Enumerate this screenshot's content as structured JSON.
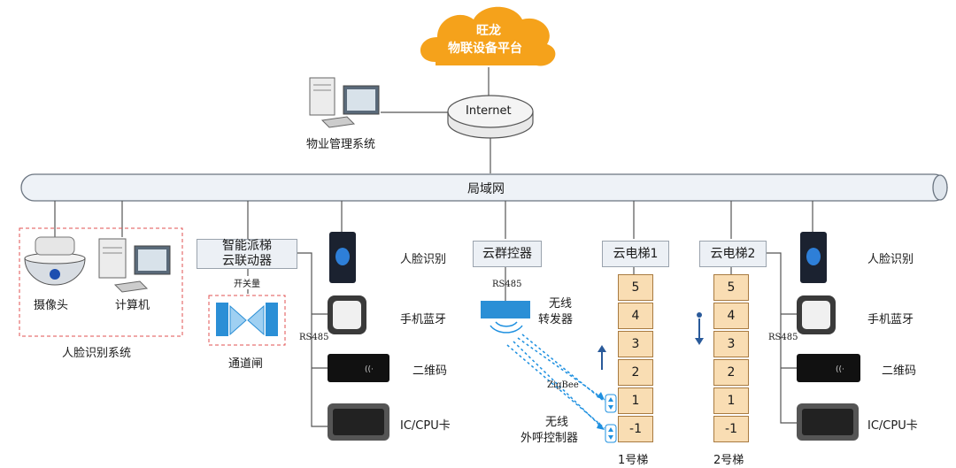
{
  "cloud": {
    "line1": "旺龙",
    "line2": "物联设备平台"
  },
  "internet_label": "Internet",
  "property_system": "物业管理系统",
  "lan_label": "局域网",
  "face_system": {
    "camera": "摄像头",
    "computer": "计算机",
    "group": "人脸识别系统"
  },
  "gate": {
    "linkage_line1": "智能派梯",
    "linkage_line2": "云联动器",
    "switch_label": "开关量",
    "gate_label": "通道闸"
  },
  "left_devices": {
    "bus": "RS485",
    "face": "人脸识别",
    "bluetooth": "手机蓝牙",
    "qrcode": "二维码",
    "card": "IC/CPU卡"
  },
  "group_controller": {
    "label": "云群控器",
    "bus": "RS485",
    "wireless_line1": "无线",
    "wireless_line2": "转发器",
    "zigbee": "ZigBee",
    "caller_line1": "无线",
    "caller_line2": "外呼控制器"
  },
  "elevator1": {
    "label": "云电梯1",
    "floors": [
      "5",
      "4",
      "3",
      "2",
      "1",
      "-1"
    ],
    "caption": "1号梯"
  },
  "elevator2": {
    "label": "云电梯2",
    "floors": [
      "5",
      "4",
      "3",
      "2",
      "1",
      "-1"
    ],
    "caption": "2号梯"
  },
  "right_devices": {
    "bus": "RS485",
    "face": "人脸识别",
    "bluetooth": "手机蓝牙",
    "qrcode": "二维码",
    "card": "IC/CPU卡"
  },
  "colors": {
    "cloud": "#f5a21b",
    "wireless": "#1e90e0",
    "floor": "#f9ddb3",
    "lan": "#eef2f7"
  }
}
